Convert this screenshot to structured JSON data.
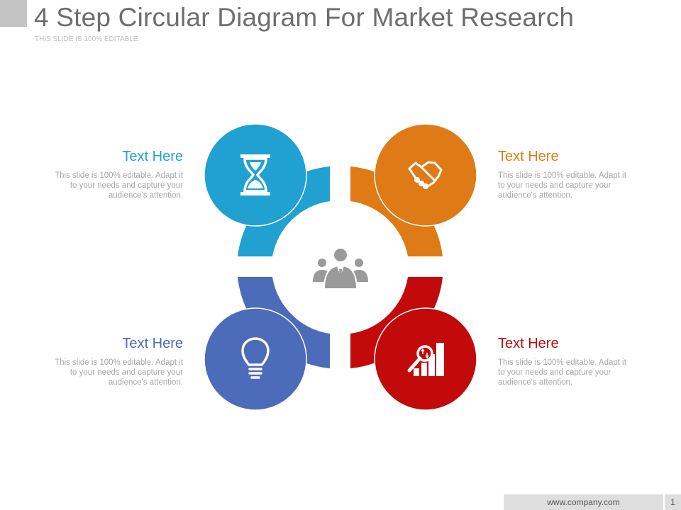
{
  "header": {
    "title": "4 Step Circular Diagram For Market Research",
    "subtitle": "THIS SLIDE IS 100% EDITABLE."
  },
  "colors": {
    "blue": "#21a0d2",
    "orange": "#de7b16",
    "indigo": "#4c6bb9",
    "red": "#c20a0a",
    "center_icon": "#9a9a9a"
  },
  "steps": [
    {
      "title": "Text Here",
      "body": "This slide is 100% editable. Adapt it to your needs and capture your audience's attention.",
      "icon": "hourglass-icon",
      "color": "#21a0d2"
    },
    {
      "title": "Text Here",
      "body": "This slide is 100% editable. Adapt it to your needs and capture your audience's attention.",
      "icon": "handshake-icon",
      "color": "#de7b16"
    },
    {
      "title": "Text Here",
      "body": "This slide is 100% editable. Adapt it to your needs and capture your audience's attention.",
      "icon": "lightbulb-icon",
      "color": "#4c6bb9"
    },
    {
      "title": "Text Here",
      "body": "This slide is 100% editable. Adapt it to your needs and capture your audience's attention.",
      "icon": "chart-search-icon",
      "color": "#c20a0a"
    }
  ],
  "center": {
    "icon": "team-icon"
  },
  "footer": {
    "url": "www.company.com",
    "page": "1"
  }
}
